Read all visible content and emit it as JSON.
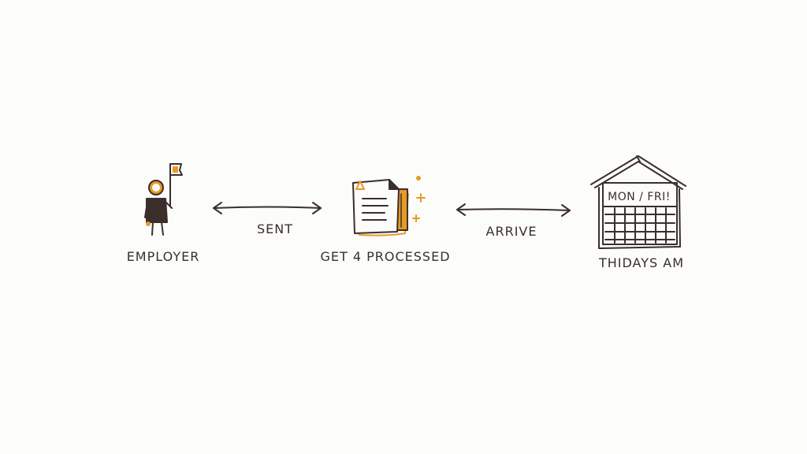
{
  "nodes": {
    "employer": {
      "label": "EMPLOYER"
    },
    "processing": {
      "label": "GET 4 PROCESSED"
    },
    "bank": {
      "label": "THIDAYS AM",
      "sign": "MON / FRI!"
    }
  },
  "connectors": {
    "sent": {
      "label": "SENT"
    },
    "arrive": {
      "label": "ARRIVE"
    }
  },
  "colors": {
    "ink": "#3a2f2b",
    "accent": "#e79a26",
    "background": "#fcfcfb"
  }
}
